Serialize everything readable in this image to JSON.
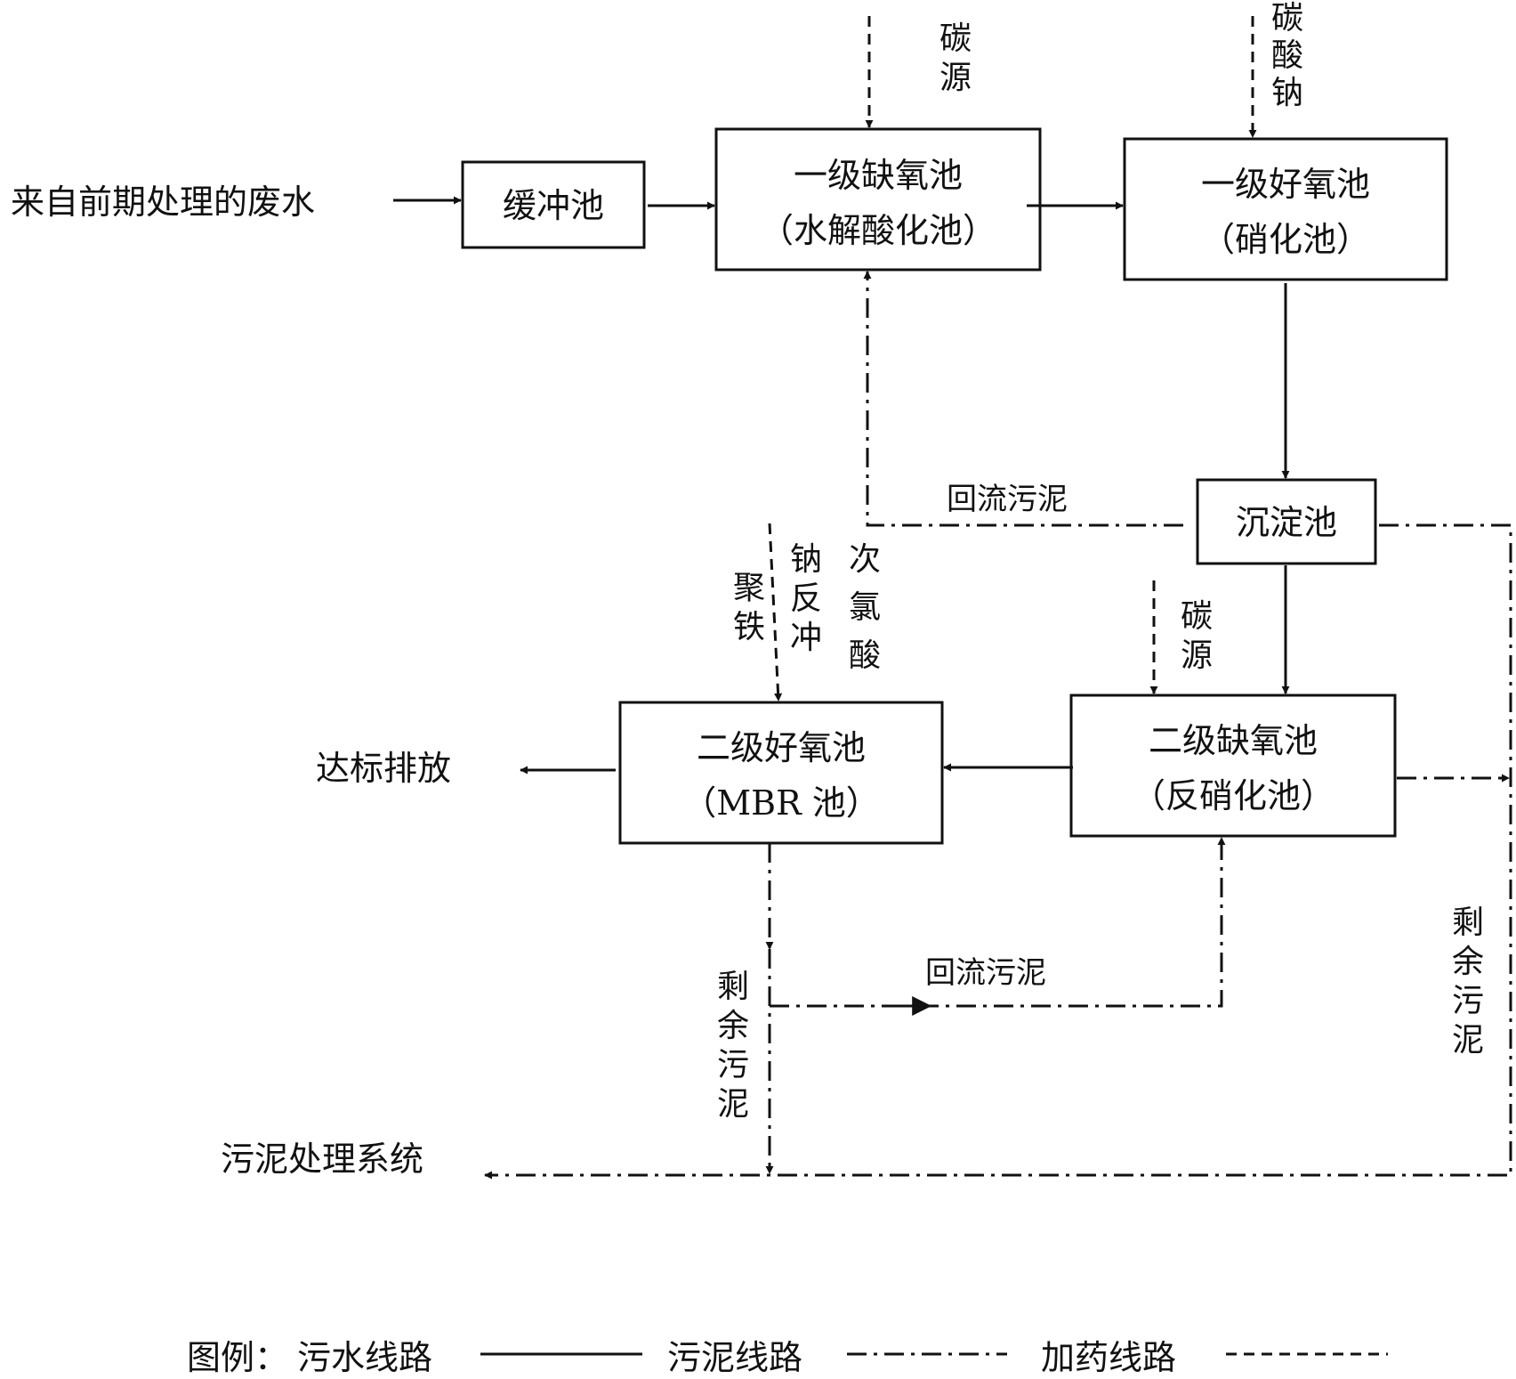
{
  "source_label": "来自前期处理的废水",
  "units": {
    "buffer": "缓冲池",
    "anoxic1": {
      "line1": "一级缺氧池",
      "line2": "（水解酸化池）"
    },
    "aerobic1": {
      "line1": "一级好氧池",
      "line2": "（硝化池）"
    },
    "settling": "沉淀池",
    "anoxic2": {
      "line1": "二级缺氧池",
      "line2": "（反硝化池）"
    },
    "aerobic2": {
      "line1": "二级好氧池",
      "line2": "（MBR 池）"
    }
  },
  "dosing": {
    "carbon_source": "碳源",
    "sodium_carbonate": "碳酸钠",
    "polyferric": "聚铁",
    "backwash_hypochlorite_col1": "钠反冲",
    "backwash_hypochlorite_col2": "次氯酸"
  },
  "labels": {
    "return_sludge": "回流污泥",
    "excess_sludge": "剩余污泥",
    "discharge": "达标排放",
    "sludge_system": "污泥处理系统"
  },
  "legend": {
    "title": "图例：",
    "water_line": "污水线路",
    "sludge_line": "污泥线路",
    "dosing_line": "加药线路"
  }
}
